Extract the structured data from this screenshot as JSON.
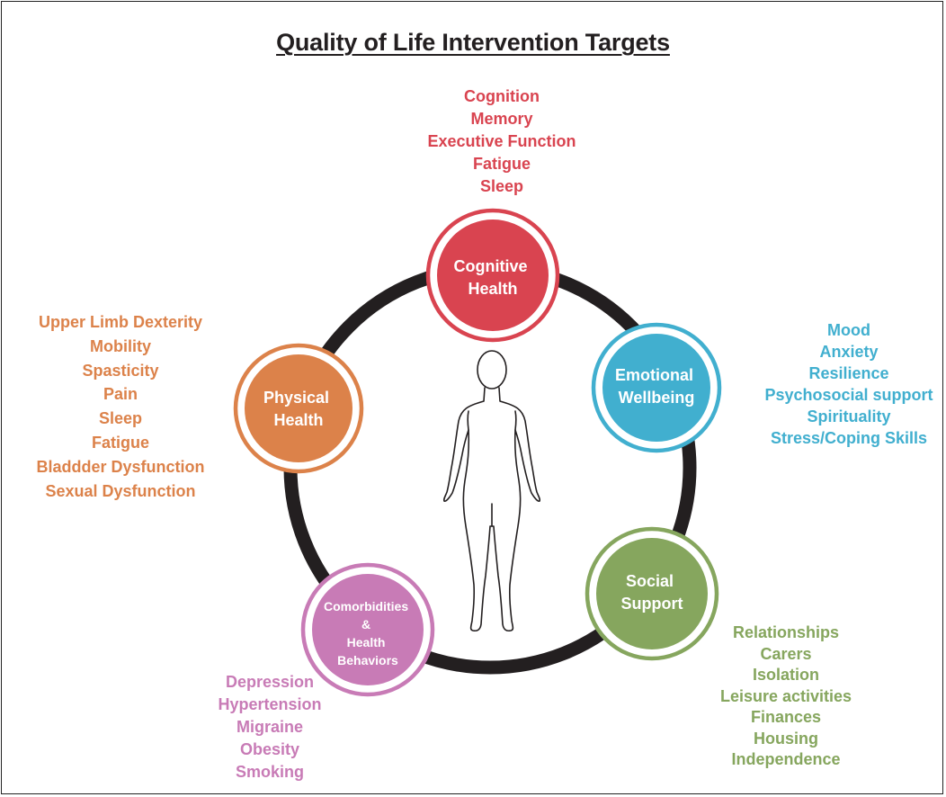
{
  "title": "Quality of Life Intervention Targets",
  "colors": {
    "ring": "#231f20",
    "cognitive": "#d94450",
    "physical": "#dc824a",
    "emotional": "#41afcf",
    "social": "#86a65e",
    "comorbidities": "#c87bb6"
  },
  "figure": "body-outline-icon",
  "nodes": {
    "cognitive": {
      "label_lines": [
        "Cognitive",
        "Health"
      ],
      "items": [
        "Cognition",
        "Memory",
        "Executive Function",
        "Fatigue",
        "Sleep"
      ]
    },
    "physical": {
      "label_lines": [
        "Physical",
        "Health"
      ],
      "items": [
        "Upper Limb Dexterity",
        "Mobility",
        "Spasticity",
        "Pain",
        "Sleep",
        "Fatigue",
        "Bladdder Dysfunction",
        "Sexual Dysfunction"
      ]
    },
    "emotional": {
      "label_lines": [
        "Emotional",
        "Wellbeing"
      ],
      "items": [
        "Mood",
        "Anxiety",
        "Resilience",
        "Psychosocial support",
        "Spirituality",
        "Stress/Coping Skills"
      ]
    },
    "social": {
      "label_lines": [
        "Social",
        "Support"
      ],
      "items": [
        "Relationships",
        "Carers",
        "Isolation",
        "Leisure activities",
        "Finances",
        "Housing",
        "Independence"
      ]
    },
    "comorbidities": {
      "label_lines": [
        "Comorbidities",
        "&",
        "Health",
        "Behaviors"
      ],
      "items": [
        "Depression",
        "Hypertension",
        "Migraine",
        "Obesity",
        "Smoking"
      ]
    }
  }
}
